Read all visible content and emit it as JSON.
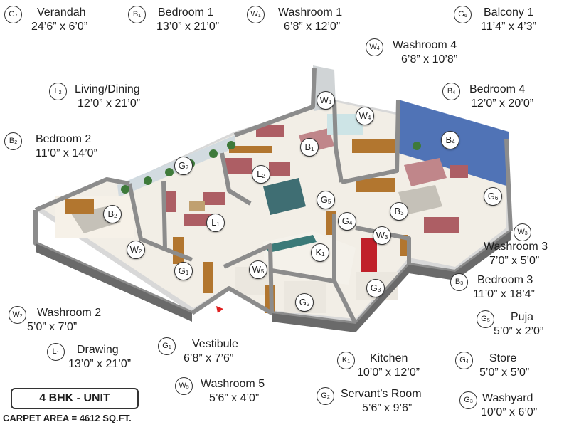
{
  "legend": [
    {
      "code": "G7",
      "name": "Verandah",
      "dim": "24’6” x 6’0”"
    },
    {
      "code": "B1",
      "name": "Bedroom 1",
      "dim": "13’0” x 21’0”"
    },
    {
      "code": "W1",
      "name": "Washroom 1",
      "dim": "6’8” x 12’0”"
    },
    {
      "code": "G6",
      "name": "Balcony 1",
      "dim": "11’4” x 4’3”"
    },
    {
      "code": "W4",
      "name": "Washroom 4",
      "dim": "6’8” x 10’8”"
    },
    {
      "code": "L2",
      "name": "Living/Dining",
      "dim": "12’0” x 21’0”"
    },
    {
      "code": "B4",
      "name": "Bedroom 4",
      "dim": "12’0” x 20’0”"
    },
    {
      "code": "B2",
      "name": "Bedroom 2",
      "dim": "11’0” x 14’0”"
    },
    {
      "code": "W3",
      "name": "Washroom 3",
      "dim": "7’0” x 5’0”"
    },
    {
      "code": "B3",
      "name": "Bedroom 3",
      "dim": "11’0” x 18’4”"
    },
    {
      "code": "W2",
      "name": "Washroom 2",
      "dim": "5’0” x 7’0”"
    },
    {
      "code": "G5",
      "name": "Puja",
      "dim": "5’0” x 2’0”"
    },
    {
      "code": "L1",
      "name": "Drawing",
      "dim": "13’0” x 21’0”"
    },
    {
      "code": "G1",
      "name": "Vestibule",
      "dim": "6’8” x 7’6”"
    },
    {
      "code": "K1",
      "name": "Kitchen",
      "dim": "10’0” x 12’0”"
    },
    {
      "code": "G4",
      "name": "Store",
      "dim": "5’0” x 5’0”"
    },
    {
      "code": "W5",
      "name": "Washroom 5",
      "dim": "5’6” x 4’0”"
    },
    {
      "code": "G2",
      "name": "Servant’s Room",
      "dim": "5’6” x 9’6”"
    },
    {
      "code": "G3",
      "name": "Washyard",
      "dim": "10’0” x 6’0”"
    }
  ],
  "plan_markers": [
    "W1",
    "W4",
    "B1",
    "B4",
    "G7",
    "L2",
    "B2",
    "L1",
    "G5",
    "G4",
    "W3",
    "B3",
    "G6",
    "W2",
    "K1",
    "G1",
    "W5",
    "G2",
    "G3"
  ],
  "unit_type": "4 BHK - UNIT",
  "carpet_area": "CARPET AREA = 4612 SQ.FT.",
  "colors": {
    "floor": "#f2eee6",
    "wall_top": "#9c9c9c",
    "wall_side": "#6a6a6a",
    "bedroom4_wall": "#5073b6",
    "wood": "#b2762f",
    "sofa": "#ad5e64",
    "bed": "#c0868a",
    "kitchen_counter": "#3b7a78",
    "entrance_arrow": "#e02020"
  }
}
